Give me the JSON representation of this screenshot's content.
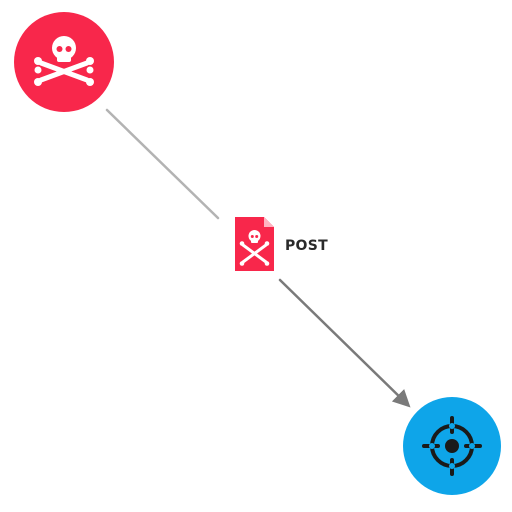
{
  "nodes": [
    {
      "id": "attacker",
      "kind": "skull-crossbones",
      "color": "#f8274b"
    },
    {
      "id": "target",
      "kind": "crosshair",
      "color": "#0ea5e9"
    }
  ],
  "edge": {
    "from": "attacker",
    "to": "target",
    "method_icon": "malicious-document-icon",
    "method_color": "#f8274b",
    "label": "POST"
  },
  "colors": {
    "edge_first_segment": "#b3b3b3",
    "edge_second_segment": "#7a7a7a",
    "icon_glyph": "#ffffff",
    "target_glyph": "#1a1a1a"
  }
}
